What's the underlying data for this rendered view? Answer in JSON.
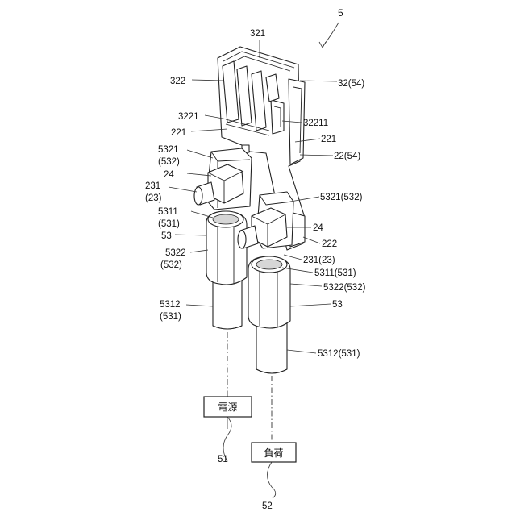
{
  "figure_number": "5",
  "labels": {
    "l321": "321",
    "l322": "322",
    "l32_54": "32(54)",
    "l3221": "3221",
    "l32211": "32211",
    "l221_left": "221",
    "l221_right": "221",
    "l22_54": "22(54)",
    "l5321_a": "5321",
    "l532_a": "(532)",
    "l24_left": "24",
    "l231_a": "231",
    "l23_a": "(23)",
    "l5321_532_right": "5321(532)",
    "l5311_a": "5311",
    "l531_a": "(531)",
    "l24_right": "24",
    "l53_left": "53",
    "l222": "222",
    "l5322_a": "5322",
    "l532_b": "(532)",
    "l231_23_right": "231(23)",
    "l5311_531_right": "5311(531)",
    "l5322_532_right": "5322(532)",
    "l5312_a": "5312",
    "l531_b": "(531)",
    "l53_right": "53",
    "l5312_531_right": "5312(531)",
    "l51": "51",
    "l52": "52"
  },
  "boxes": {
    "power_source": "電源",
    "load": "負荷"
  }
}
